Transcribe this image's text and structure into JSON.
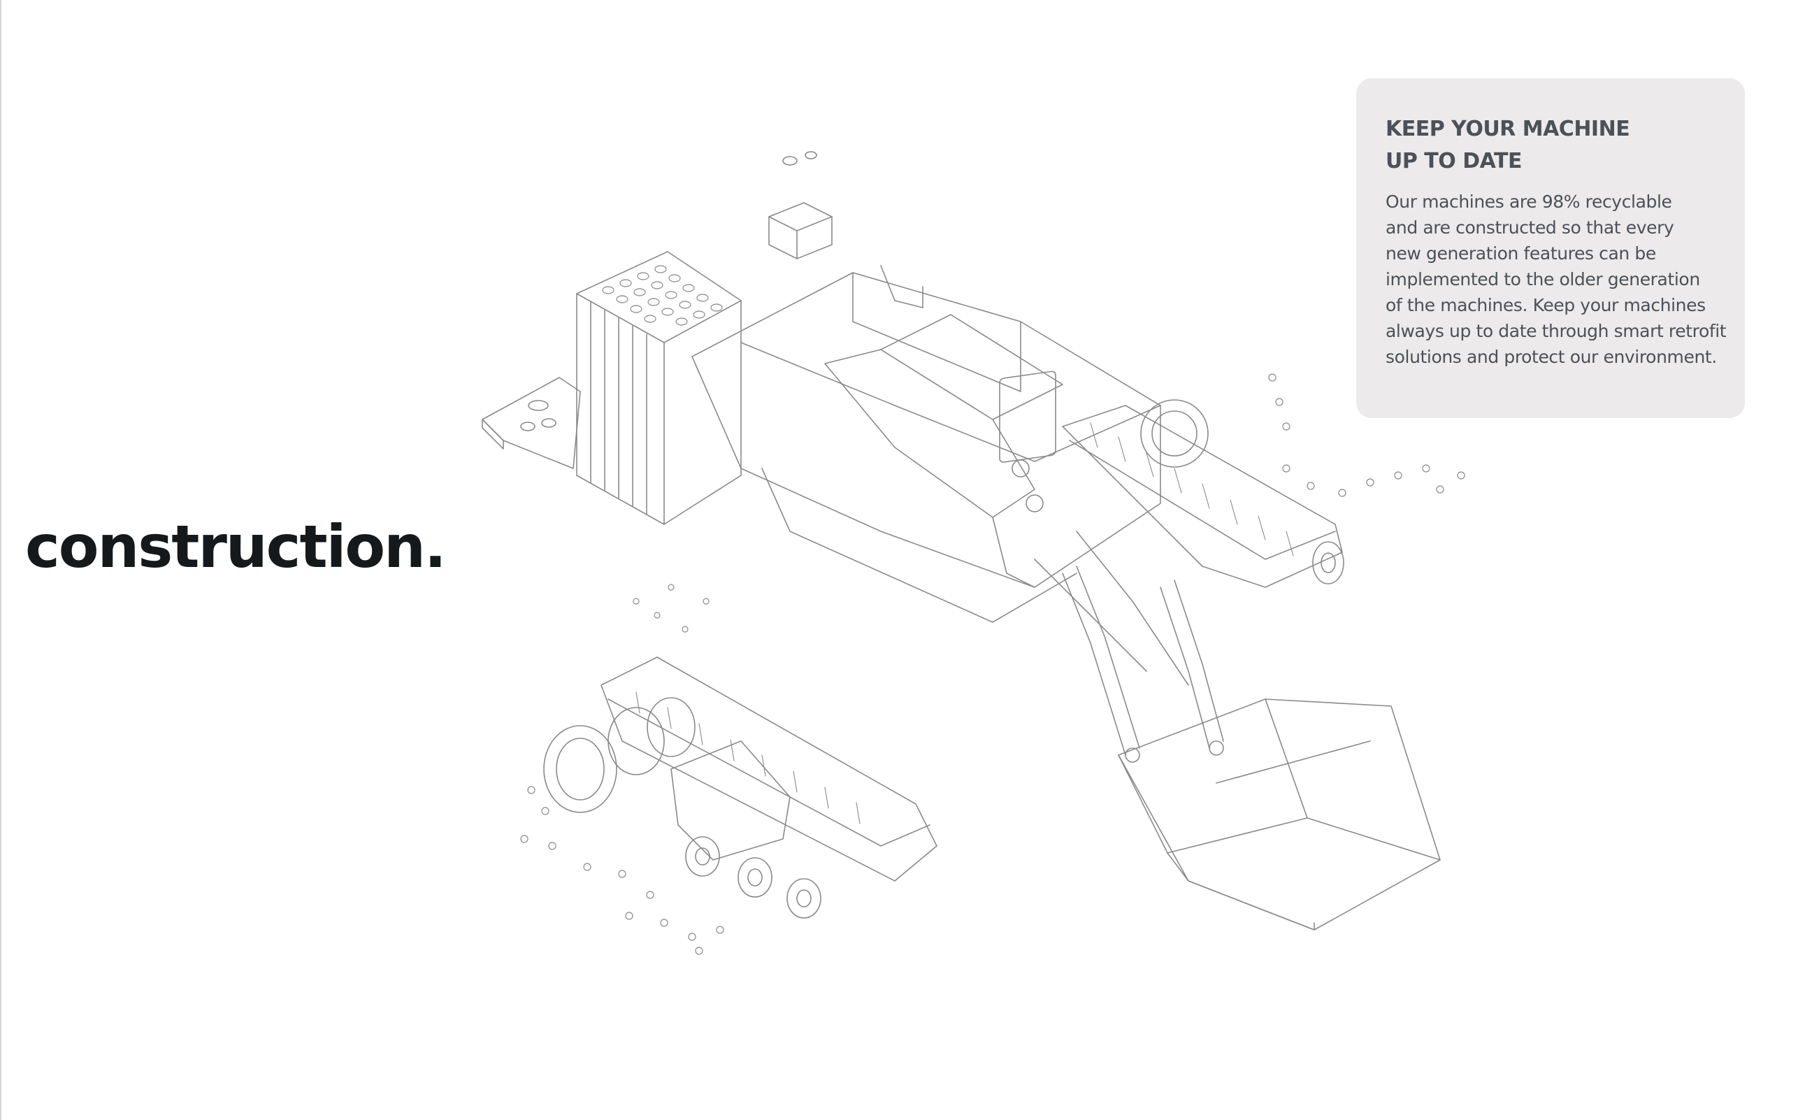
{
  "headline": "construction.",
  "card": {
    "title_lines": [
      "KEEP YOUR MACHINE",
      "UP TO DATE"
    ],
    "body_lines": [
      "Our machines are 98% recyclable",
      "and are constructed so that every",
      "new generation features can be",
      "implemented to the older generation",
      "of the machines. Keep your machines",
      "always up to date through smart retrofit",
      "solutions and protect our environment."
    ]
  },
  "illustration": {
    "icon": "exploded-tracked-loader-drawing"
  },
  "colors": {
    "headline": "#16191c",
    "card_background": "#eceaea",
    "card_text": "#4c5157",
    "line_art": "#8a8a8a"
  }
}
